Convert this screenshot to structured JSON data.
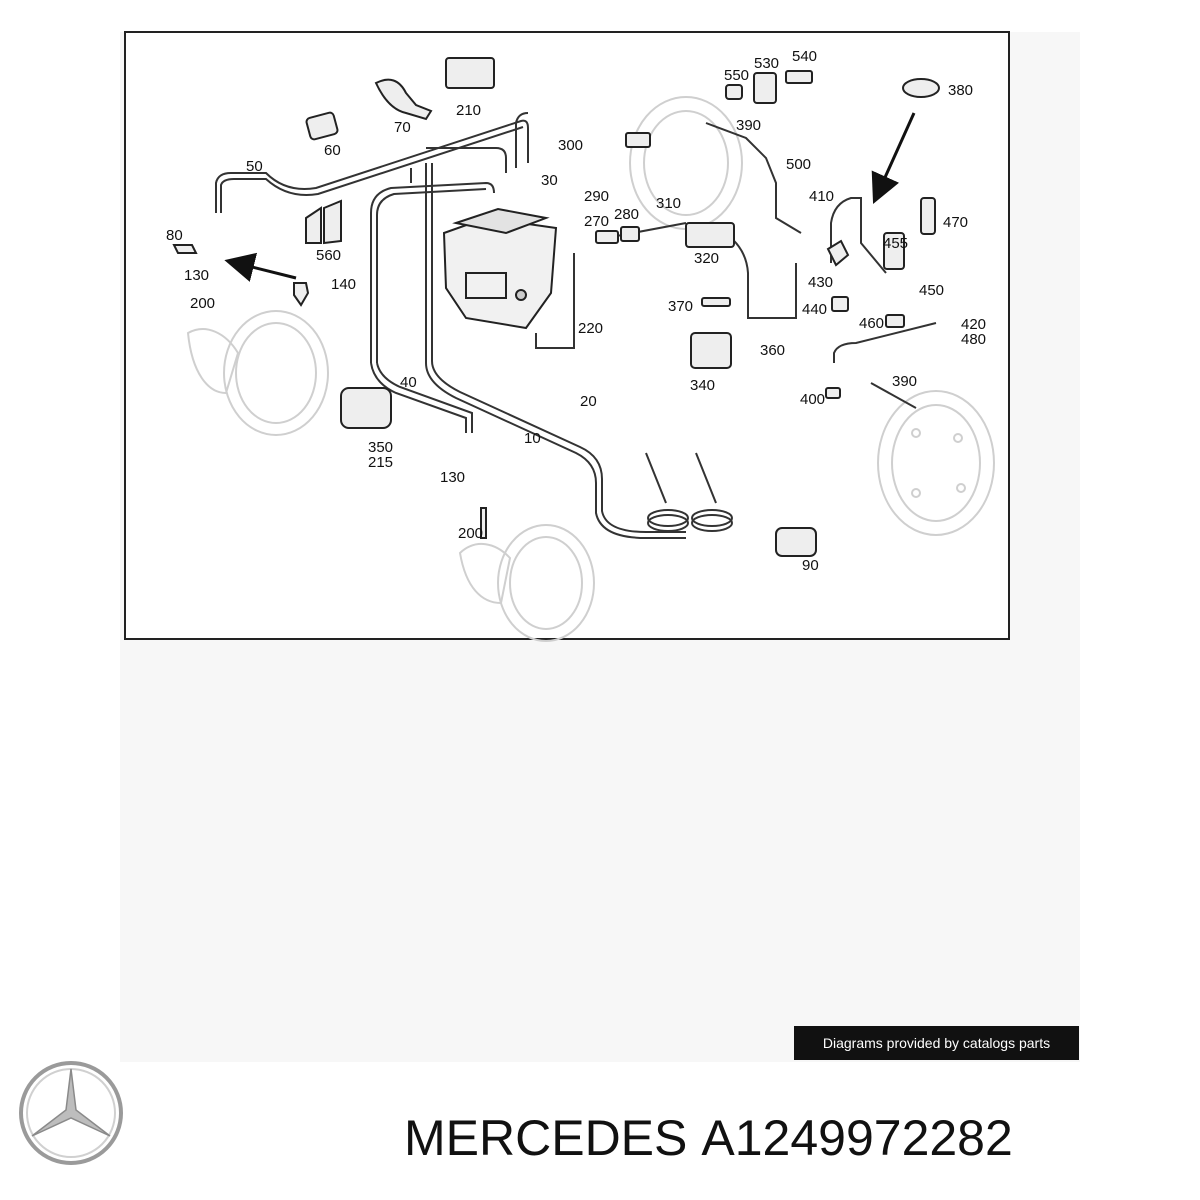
{
  "diagram": {
    "callouts": [
      "50",
      "60",
      "70",
      "210",
      "30",
      "300",
      "290",
      "560",
      "80",
      "130",
      "140",
      "200",
      "270",
      "280",
      "310",
      "320",
      "220",
      "40",
      "20",
      "10",
      "350",
      "215",
      "130",
      "200",
      "340",
      "370",
      "360",
      "550",
      "530",
      "540",
      "390",
      "500",
      "380",
      "410",
      "430",
      "440",
      "455",
      "460",
      "470",
      "450",
      "420",
      "480",
      "390",
      "400",
      "90"
    ]
  },
  "watermark": {
    "text": "Diagrams provided by catalogs parts"
  },
  "title": {
    "brand": "MERCEDES",
    "part_number": "A1249972282"
  },
  "logo": {
    "icon": "mercedes-star-icon"
  }
}
